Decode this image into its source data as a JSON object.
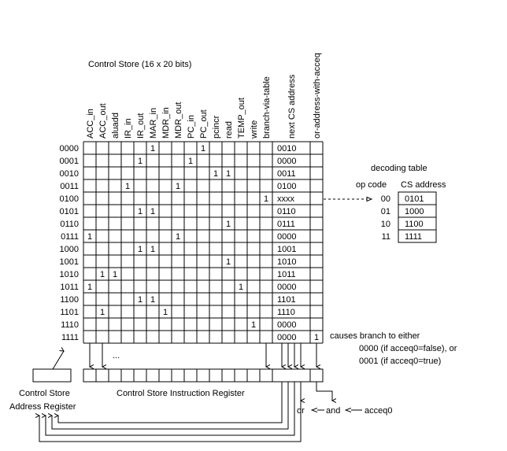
{
  "title": "Control Store (16 x 20 bits)",
  "columns": [
    "ACC_in",
    "ACC_out",
    "aluadd",
    "IR_in",
    "IR_out",
    "MAR_in",
    "MDR_in",
    "MDR_out",
    "PC_in",
    "PC_out",
    "pcincr",
    "read",
    "TEMP_out",
    "write",
    "branch-via-table",
    "next CS address",
    "or-address-with-acceq"
  ],
  "rows": [
    {
      "addr": "0000",
      "ones": [
        5,
        9
      ],
      "next": "0010",
      "or": ""
    },
    {
      "addr": "0001",
      "ones": [
        4,
        8
      ],
      "next": "0000",
      "or": ""
    },
    {
      "addr": "0010",
      "ones": [
        10,
        11
      ],
      "next": "0011",
      "or": ""
    },
    {
      "addr": "0011",
      "ones": [
        3,
        7
      ],
      "next": "0100",
      "or": ""
    },
    {
      "addr": "0100",
      "ones": [
        14
      ],
      "next": "xxxx",
      "or": ""
    },
    {
      "addr": "0101",
      "ones": [
        4,
        5
      ],
      "next": "0110",
      "or": ""
    },
    {
      "addr": "0110",
      "ones": [
        11
      ],
      "next": "0111",
      "or": ""
    },
    {
      "addr": "0111",
      "ones": [
        0,
        7
      ],
      "next": "0000",
      "or": ""
    },
    {
      "addr": "1000",
      "ones": [
        4,
        5
      ],
      "next": "1001",
      "or": ""
    },
    {
      "addr": "1001",
      "ones": [
        11
      ],
      "next": "1010",
      "or": ""
    },
    {
      "addr": "1010",
      "ones": [
        1,
        2
      ],
      "next": "1011",
      "or": ""
    },
    {
      "addr": "1011",
      "ones": [
        0,
        12
      ],
      "next": "0000",
      "or": ""
    },
    {
      "addr": "1100",
      "ones": [
        4,
        5
      ],
      "next": "1101",
      "or": ""
    },
    {
      "addr": "1101",
      "ones": [
        1,
        6
      ],
      "next": "1110",
      "or": ""
    },
    {
      "addr": "1110",
      "ones": [
        13
      ],
      "next": "0000",
      "or": ""
    },
    {
      "addr": "1111",
      "ones": [],
      "next": "0000",
      "or": "1"
    }
  ],
  "one_label": "1",
  "decoding_table": {
    "title": "decoding table",
    "opcode_header": "op code",
    "address_header": "CS address",
    "entries": [
      {
        "opcode": "00",
        "address": "0101"
      },
      {
        "opcode": "01",
        "address": "1000"
      },
      {
        "opcode": "10",
        "address": "1100"
      },
      {
        "opcode": "11",
        "address": "1111"
      }
    ]
  },
  "note": {
    "line1": "causes branch to either",
    "line2": "0000 (if acceq0=false), or",
    "line3": "0001 (if acceq0=true)"
  },
  "ellipsis": "...",
  "address_register_label": {
    "line1": "Control Store",
    "line2": "Address Register"
  },
  "instruction_register_label": "Control Store Instruction Register",
  "logic": {
    "or": "or",
    "and": "and",
    "input": "acceq0"
  }
}
